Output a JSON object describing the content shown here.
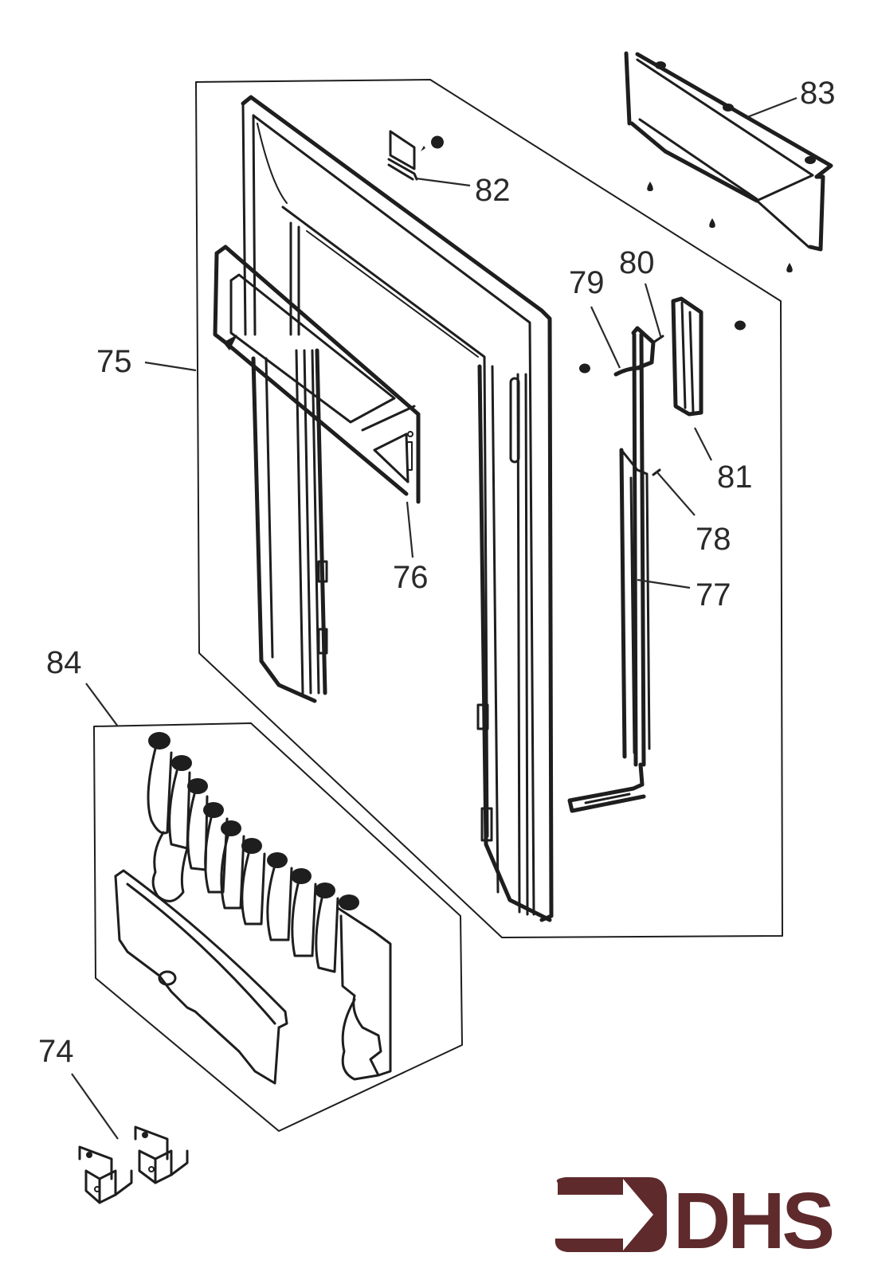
{
  "diagram": {
    "type": "exploded-parts-view",
    "subject": "fireplace surround / fret assembly",
    "callouts": [
      {
        "id": "74",
        "label": "74",
        "part": "mounting brackets (pair)"
      },
      {
        "id": "75",
        "label": "75",
        "part": "fascia frame"
      },
      {
        "id": "76",
        "label": "76",
        "part": "top canopy / hood"
      },
      {
        "id": "77",
        "label": "77",
        "part": "side rail"
      },
      {
        "id": "78",
        "label": "78",
        "part": "clip"
      },
      {
        "id": "79",
        "label": "79",
        "part": "hinge pin"
      },
      {
        "id": "80",
        "label": "80",
        "part": "hinge clip"
      },
      {
        "id": "81",
        "label": "81",
        "part": "bracket"
      },
      {
        "id": "82",
        "label": "82",
        "part": "small bracket"
      },
      {
        "id": "83",
        "label": "83",
        "part": "top mounting rail"
      },
      {
        "id": "84",
        "label": "84",
        "part": "fret / fuel bed assembly"
      }
    ]
  },
  "logo": {
    "text": "DHS",
    "color": "#5e2a2c",
    "icon": "arrow-bracket-icon"
  },
  "colors": {
    "line": "#1e1e1e",
    "background": "#ffffff"
  }
}
